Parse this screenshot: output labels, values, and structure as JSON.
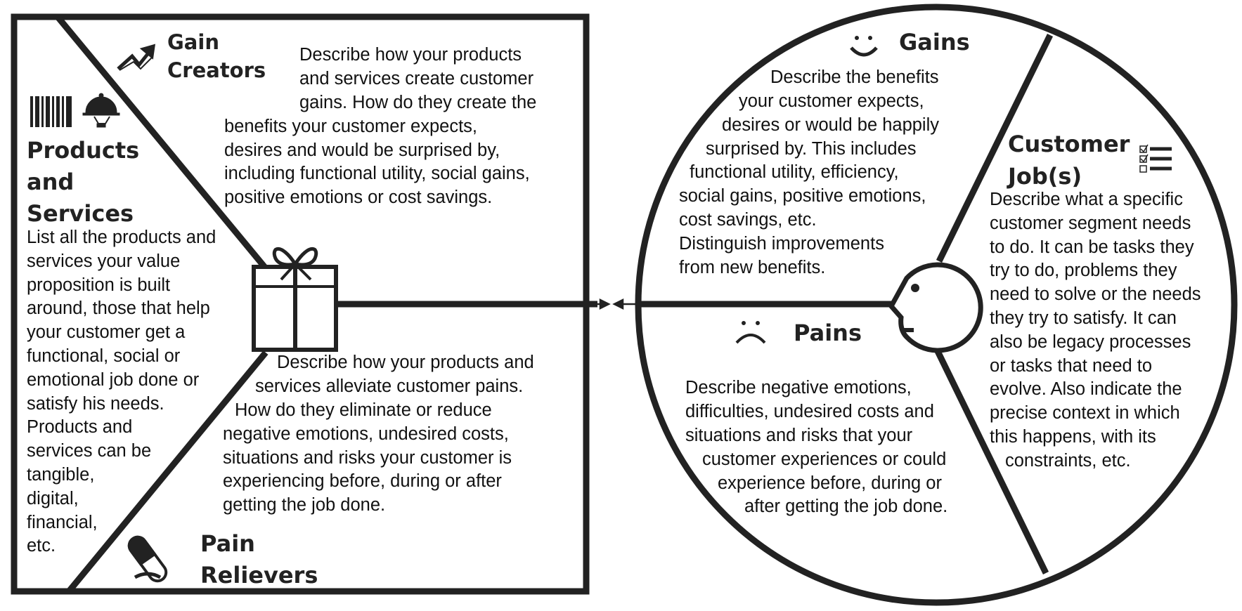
{
  "value_map": {
    "gain_creators": {
      "title_lines": [
        "Gain",
        "Creators"
      ],
      "icon": "trend-up-arrow-icon",
      "text_lines": [
        "Describe how your products",
        "and services create customer",
        "gains. How do they create the",
        "benefits your customer expects,",
        "desires and would be surprised by,",
        "including functional utility, social gains,",
        "positive emotions or cost savings."
      ]
    },
    "products_services": {
      "title_lines": [
        "Products",
        "and",
        "Services"
      ],
      "icons": [
        "barcode-icon",
        "cloche-icon"
      ],
      "text_lines": [
        "List all the products and",
        "services your value",
        "proposition is built",
        "around, those that help",
        "your customer get a",
        "functional, social or",
        "emotional job done or",
        "satisfy his needs.",
        "Products and",
        "services can be",
        "tangible,",
        "digital,",
        "financial,",
        "etc."
      ]
    },
    "pain_relievers": {
      "title_lines": [
        "Pain",
        "Relievers"
      ],
      "icon": "pill-icon",
      "text_lines": [
        "Describe how your products and",
        "services alleviate customer pains.",
        "How do they eliminate or reduce",
        "negative emotions, undesired costs,",
        "situations and risks your customer is",
        "experiencing before, during or after",
        "getting the job done."
      ]
    },
    "center_icon": "gift-icon"
  },
  "customer_profile": {
    "gains": {
      "title": "Gains",
      "icon": "smiley-icon",
      "text_lines": [
        "Describe the benefits",
        "your customer expects,",
        "desires or would be happily",
        "surprised by. This includes",
        "functional utility, efficiency,",
        "social gains, positive emotions,",
        "cost savings, etc.",
        "Distinguish improvements",
        "from new benefits."
      ]
    },
    "customer_jobs": {
      "title_lines": [
        "Customer",
        "Job(s)"
      ],
      "icon": "checklist-icon",
      "text_lines": [
        "Describe what a specific",
        "customer segment needs",
        "to do. It can be tasks they",
        "try  to do, problems they",
        "need to solve or the needs",
        "they try to satisfy. It can",
        "also be legacy processes",
        "or tasks that need to",
        "evolve. Also indicate the",
        "precise context in which",
        "this happens, with its",
        "constraints, etc."
      ]
    },
    "pains": {
      "title": "Pains",
      "icon": "frown-icon",
      "text_lines": [
        "Describe negative emotions,",
        "difficulties, undesired costs and",
        "situations and risks that your",
        "customer experiences or could",
        "experience before, during or",
        "after getting the job done."
      ]
    },
    "center_icon": "customer-face-icon"
  },
  "colors": {
    "stroke": "#222222",
    "background": "#ffffff"
  }
}
